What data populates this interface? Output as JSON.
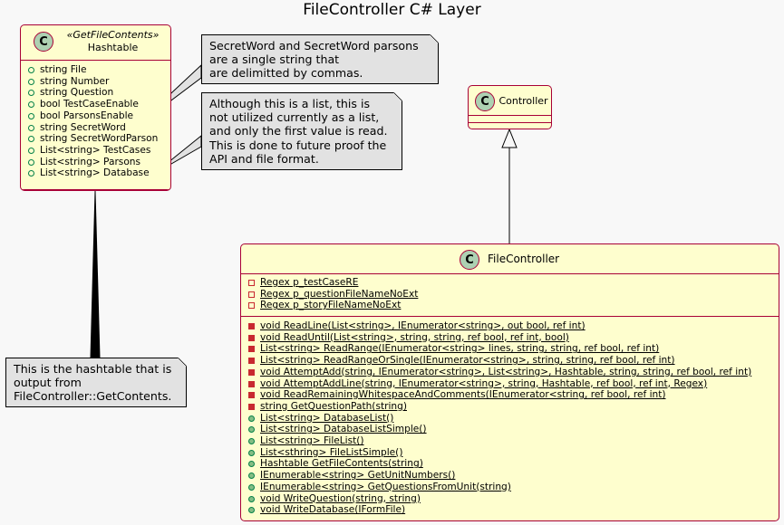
{
  "title": "FileController C# Layer",
  "hashtable": {
    "stereotype": "«GetFileContents»",
    "name": "Hashtable",
    "fields": [
      "string File",
      "string Number",
      "string Question",
      "bool TestCaseEnable",
      "bool ParsonsEnable",
      "string SecretWord",
      "string SecretWordParson",
      "List<string> TestCases",
      "List<string> Parsons",
      "List<string> Database"
    ]
  },
  "controller": {
    "name": "Controller"
  },
  "filecontroller": {
    "name": "FileController",
    "fields": [
      "Regex p_testCaseRE",
      "Regex p_questionFileNameNoExt",
      "Regex p_storyFileNameNoExt"
    ],
    "methods": [
      "void ReadLine(List<string>, IEnumerator<string>, out bool, ref int)",
      "void ReadUntil(List<string>, string, string, ref bool, ref int, bool)",
      "List<string> ReadRange(IEnumerator<string> lines, string, string, ref bool, ref int)",
      "List<string> ReadRangeOrSingle(IEnumerator<string>, string, string, ref bool, ref int)",
      "void AttemptAdd(string, IEnumerator<string>, List<string>, Hashtable, string, string, ref bool, ref int)",
      "void AttemptAddLine(string, IEnumerator<string>, string, Hashtable, ref bool, ref int, Regex)",
      "void ReadRemainingWhitespaceAndComments(IEnumerator<string, ref bool, ref int)",
      "string GetQuestionPath(string)",
      "List<string> DatabaseList()",
      "List<string> DatabaseListSimple()",
      "List<string> FileList()",
      "List<sthring> FileListSimple()",
      "Hashtable GetFileContents(string)",
      "IEnumerable<string> GetUnitNumbers()",
      "IEnumerable<string> GetQuestionsFromUnit(string)",
      "void WriteQuestion(string, string)",
      "void WriteDatabase(IFormFile)"
    ]
  },
  "notes": {
    "secretword": [
      "SecretWord and SecretWord parsons",
      "are a single string that",
      "are delimitted by commas."
    ],
    "database": [
      "Although this is a list, this is",
      "not utilized currently as a list,",
      "and only the first value is read.",
      "This is done to future proof the",
      "API and file format."
    ],
    "hashtable": [
      "This is the hashtable that is",
      "output from",
      "FileController::GetContents."
    ]
  },
  "icons": {
    "class_marker": "C"
  }
}
